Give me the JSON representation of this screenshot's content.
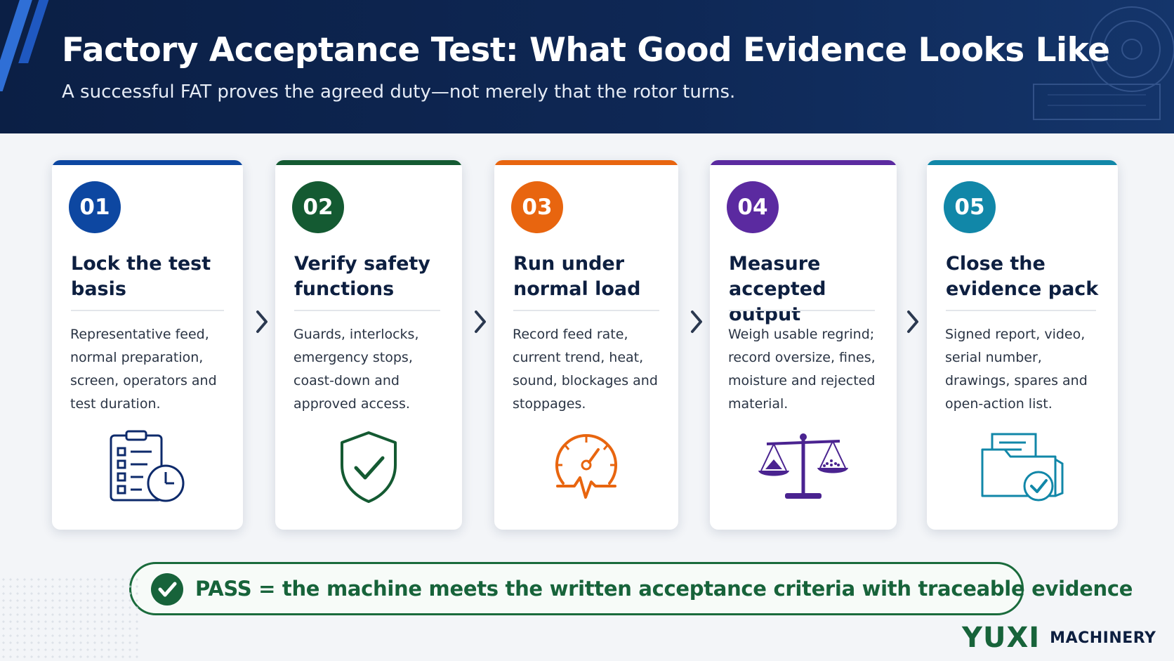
{
  "header": {
    "title": "Factory Acceptance Test: What Good Evidence Looks Like",
    "subtitle": "A successful FAT proves the agreed duty—not merely that the rotor turns."
  },
  "steps": [
    {
      "number": "01",
      "title": "Lock the test basis",
      "body": "Representative feed, normal preparation, screen, operators and test duration.",
      "color": "#0d47a1",
      "icon": "checklist-clock-icon"
    },
    {
      "number": "02",
      "title": "Verify safety functions",
      "body": "Guards, interlocks, emergency stops, coast-down and approved access.",
      "color": "#145a32",
      "icon": "shield-check-icon"
    },
    {
      "number": "03",
      "title": "Run under normal load",
      "body": "Record feed rate, current trend, heat, sound, blockages and stoppages.",
      "color": "#e8650f",
      "icon": "gauge-pulse-icon"
    },
    {
      "number": "04",
      "title": "Measure accepted output",
      "body": "Weigh usable regrind; record oversize, fines, moisture and rejected material.",
      "color": "#5b2aa0",
      "icon": "balance-scale-icon"
    },
    {
      "number": "05",
      "title": "Close the evidence pack",
      "body": "Signed report, video, serial number, drawings, spares and open-action list.",
      "color": "#1187a8",
      "icon": "folder-check-icon"
    }
  ],
  "pass_banner": {
    "text": "PASS = the machine meets the written acceptance criteria with traceable evidence"
  },
  "brand": {
    "name": "YUXI",
    "suffix": "MACHINERY",
    "color": "#17633a"
  }
}
